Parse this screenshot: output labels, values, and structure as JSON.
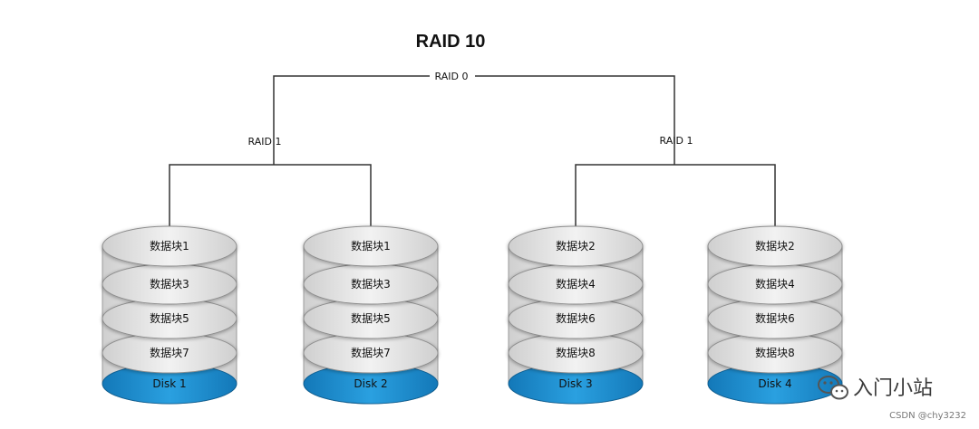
{
  "diagram": {
    "title": "RAID 10",
    "raid0_label": "RAID 0",
    "raid1_left_label": "RAID 1",
    "raid1_right_label": "RAID 1"
  },
  "disks": [
    {
      "label": "Disk  1",
      "blocks": [
        "数据块1",
        "数据块3",
        "数据块5",
        "数据块7"
      ]
    },
    {
      "label": "Disk  2",
      "blocks": [
        "数据块1",
        "数据块3",
        "数据块5",
        "数据块7"
      ]
    },
    {
      "label": "Disk 3",
      "blocks": [
        "数据块2",
        "数据块4",
        "数据块6",
        "数据块8"
      ]
    },
    {
      "label": "Disk 4",
      "blocks": [
        "数据块2",
        "数据块4",
        "数据块6",
        "数据块8"
      ]
    }
  ],
  "watermark": {
    "text": "入门小站",
    "icon": "wechat-icon",
    "credit": "CSDN @chy3232"
  },
  "colors": {
    "disk_base": "#1f8ed1",
    "cylinder_fill": "#e6e6e6",
    "line": "#333333"
  }
}
